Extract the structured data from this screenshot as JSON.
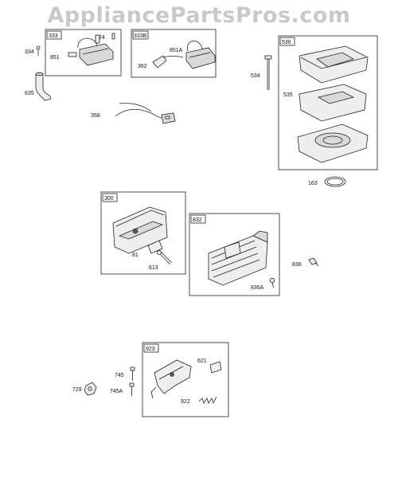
{
  "watermark": "AppliancePartsPros.com",
  "kits": {
    "k333": "333",
    "k333b": "333B",
    "k536": "536",
    "k300": "300",
    "k832": "832",
    "k923": "923"
  },
  "parts": {
    "p24": "24",
    "p851": "851",
    "p334": "334",
    "p635": "635",
    "p851a": "851A",
    "p362": "362",
    "p358": "358",
    "p534": "534",
    "p535": "535",
    "p163": "163",
    "p81": "81",
    "p613": "613",
    "p836": "836",
    "p836a": "836A",
    "p621": "621",
    "p745": "745",
    "p729": "729",
    "p745a": "745A",
    "p922": "922"
  }
}
